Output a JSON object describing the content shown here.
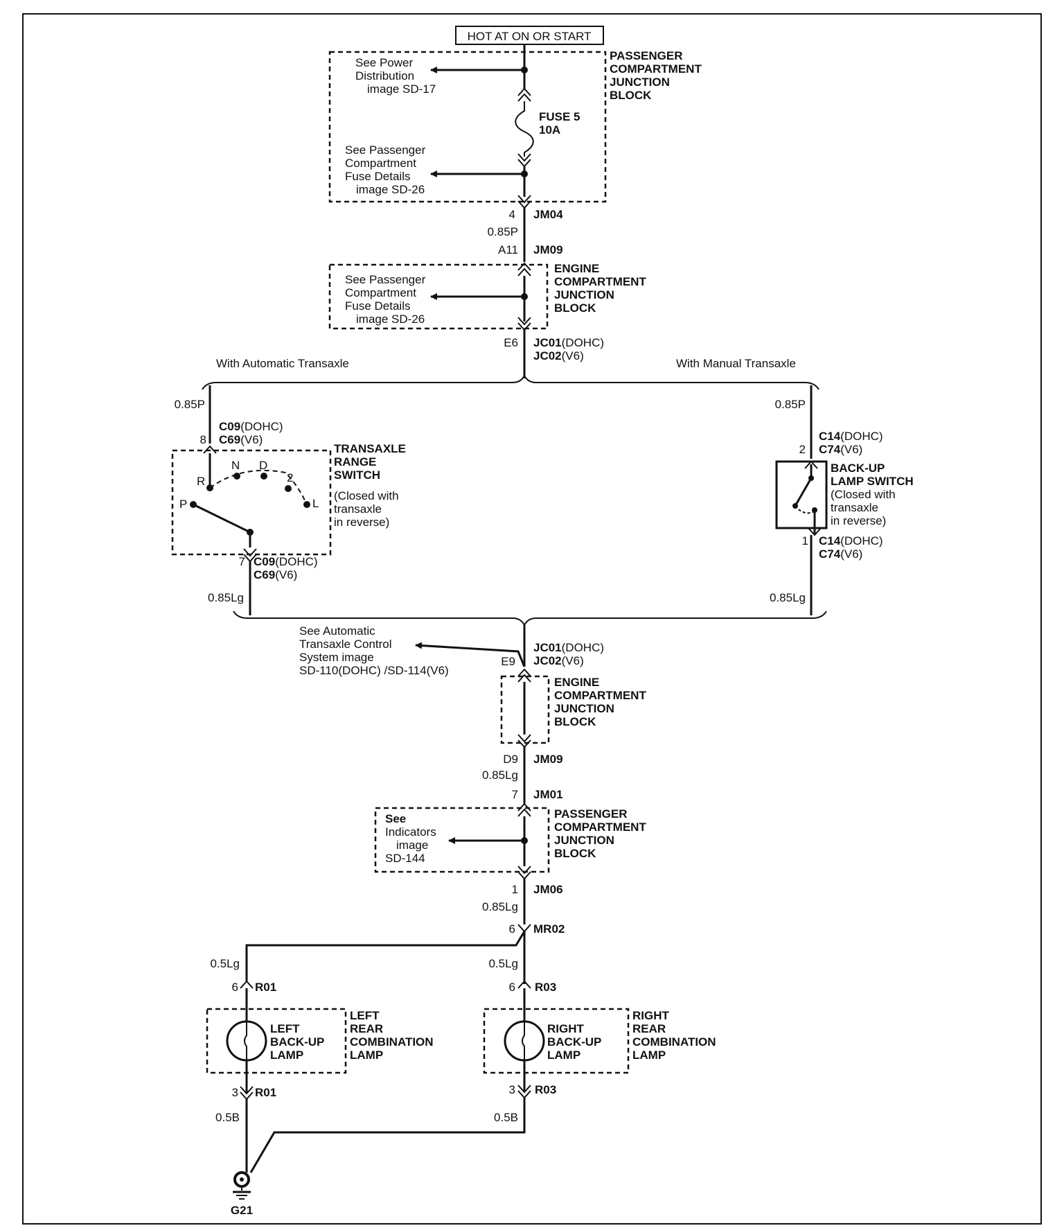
{
  "power": {
    "label": "HOT AT ON OR START"
  },
  "pjb_top": {
    "name": [
      "PASSENGER",
      "COMPARTMENT",
      "JUNCTION",
      "BLOCK"
    ],
    "ref1": [
      "See Power",
      "Distribution",
      "image SD-17"
    ],
    "fuse": [
      "FUSE 5",
      "10A"
    ],
    "ref2": [
      "See Passenger",
      "Compartment",
      "Fuse Details",
      "image SD-26"
    ]
  },
  "ejb_upper": {
    "name": [
      "ENGINE",
      "COMPARTMENT",
      "JUNCTION",
      "BLOCK"
    ],
    "ref": [
      "See Passenger",
      "Compartment",
      "Fuse Details",
      "image SD-26"
    ]
  },
  "ejb_lower": {
    "name": [
      "ENGINE",
      "COMPARTMENT",
      "JUNCTION",
      "BLOCK"
    ]
  },
  "pjb_lower": {
    "name": [
      "PASSENGER",
      "COMPARTMENT",
      "JUNCTION",
      "BLOCK"
    ],
    "ref": [
      "See",
      "Indicators",
      "image",
      "SD-144"
    ]
  },
  "branches": {
    "auto": "With Automatic Transaxle",
    "manual": "With Manual Transaxle"
  },
  "trs": {
    "name": [
      "TRANSAXLE",
      "RANGE",
      "SWITCH"
    ],
    "note": [
      "(Closed with",
      "transaxle",
      "in reverse)"
    ],
    "positions": [
      "R",
      "N",
      "D",
      "2",
      "L",
      "P"
    ]
  },
  "bls": {
    "name": [
      "BACK-UP",
      "LAMP SWITCH"
    ],
    "note": [
      "(Closed with",
      "transaxle",
      "in reverse)"
    ]
  },
  "atc_ref": [
    "See Automatic",
    "Transaxle Control",
    "System image",
    "SD-110(DOHC) /SD-114(V6)"
  ],
  "conn": {
    "jm04": {
      "pin": "4",
      "name": "JM04"
    },
    "jm09a": {
      "pin": "A11",
      "name": "JM09"
    },
    "e6": {
      "pin": "E6",
      "name1": "JC01",
      "var1": "(DOHC)",
      "name2": "JC02",
      "var2": "(V6)"
    },
    "c09top": {
      "pin": "8",
      "name1": "C09",
      "var1": "(DOHC)",
      "name2": "C69",
      "var2": "(V6)"
    },
    "c09bot": {
      "pin": "7",
      "name1": "C09",
      "var1": "(DOHC)",
      "name2": "C69",
      "var2": "(V6)"
    },
    "c14top": {
      "pin": "2",
      "name1": "C14",
      "var1": "(DOHC)",
      "name2": "C74",
      "var2": "(V6)"
    },
    "c14bot": {
      "pin": "1",
      "name1": "C14",
      "var1": "(DOHC)",
      "name2": "C74",
      "var2": "(V6)"
    },
    "e9": {
      "pin": "E9",
      "name1": "JC01",
      "var1": "(DOHC)",
      "name2": "JC02",
      "var2": "(V6)"
    },
    "jm09b": {
      "pin": "D9",
      "name": "JM09"
    },
    "jm01": {
      "pin": "7",
      "name": "JM01"
    },
    "jm06": {
      "pin": "1",
      "name": "JM06"
    },
    "mr02": {
      "pin": "6",
      "name": "MR02"
    },
    "r01top": {
      "pin": "6",
      "name": "R01"
    },
    "r01bot": {
      "pin": "3",
      "name": "R01"
    },
    "r03top": {
      "pin": "6",
      "name": "R03"
    },
    "r03bot": {
      "pin": "3",
      "name": "R03"
    }
  },
  "wires": {
    "w085p": "0.85P",
    "w085lg": "0.85Lg",
    "w05lg": "0.5Lg",
    "w05b": "0.5B"
  },
  "left_lamp": {
    "name": [
      "LEFT",
      "BACK-UP",
      "LAMP"
    ],
    "combo": [
      "LEFT",
      "REAR",
      "COMBINATION",
      "LAMP"
    ]
  },
  "right_lamp": {
    "name": [
      "RIGHT",
      "BACK-UP",
      "LAMP"
    ],
    "combo": [
      "RIGHT",
      "REAR",
      "COMBINATION",
      "LAMP"
    ]
  },
  "ground": {
    "name": "G21"
  }
}
